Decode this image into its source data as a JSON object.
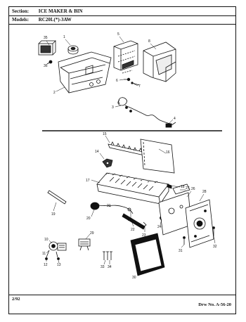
{
  "header": {
    "section_label": "Section:",
    "section_value": "ICE MAKER & BIN",
    "models_label": "Models:",
    "models_value": "RC20L(*)-3AW"
  },
  "footer": {
    "date": "2/92",
    "drawing_number": "Drw No. A-56-20"
  },
  "part_numbers": [
    "35",
    "1",
    "5",
    "8",
    "36",
    "6",
    "7",
    "2",
    "3",
    "4",
    "15",
    "14",
    "16",
    "17",
    "18",
    "27",
    "26",
    "19",
    "21",
    "20",
    "25",
    "22",
    "23",
    "24",
    "28",
    "29",
    "31",
    "32",
    "10",
    "11",
    "12",
    "13",
    "33",
    "34",
    "30"
  ]
}
